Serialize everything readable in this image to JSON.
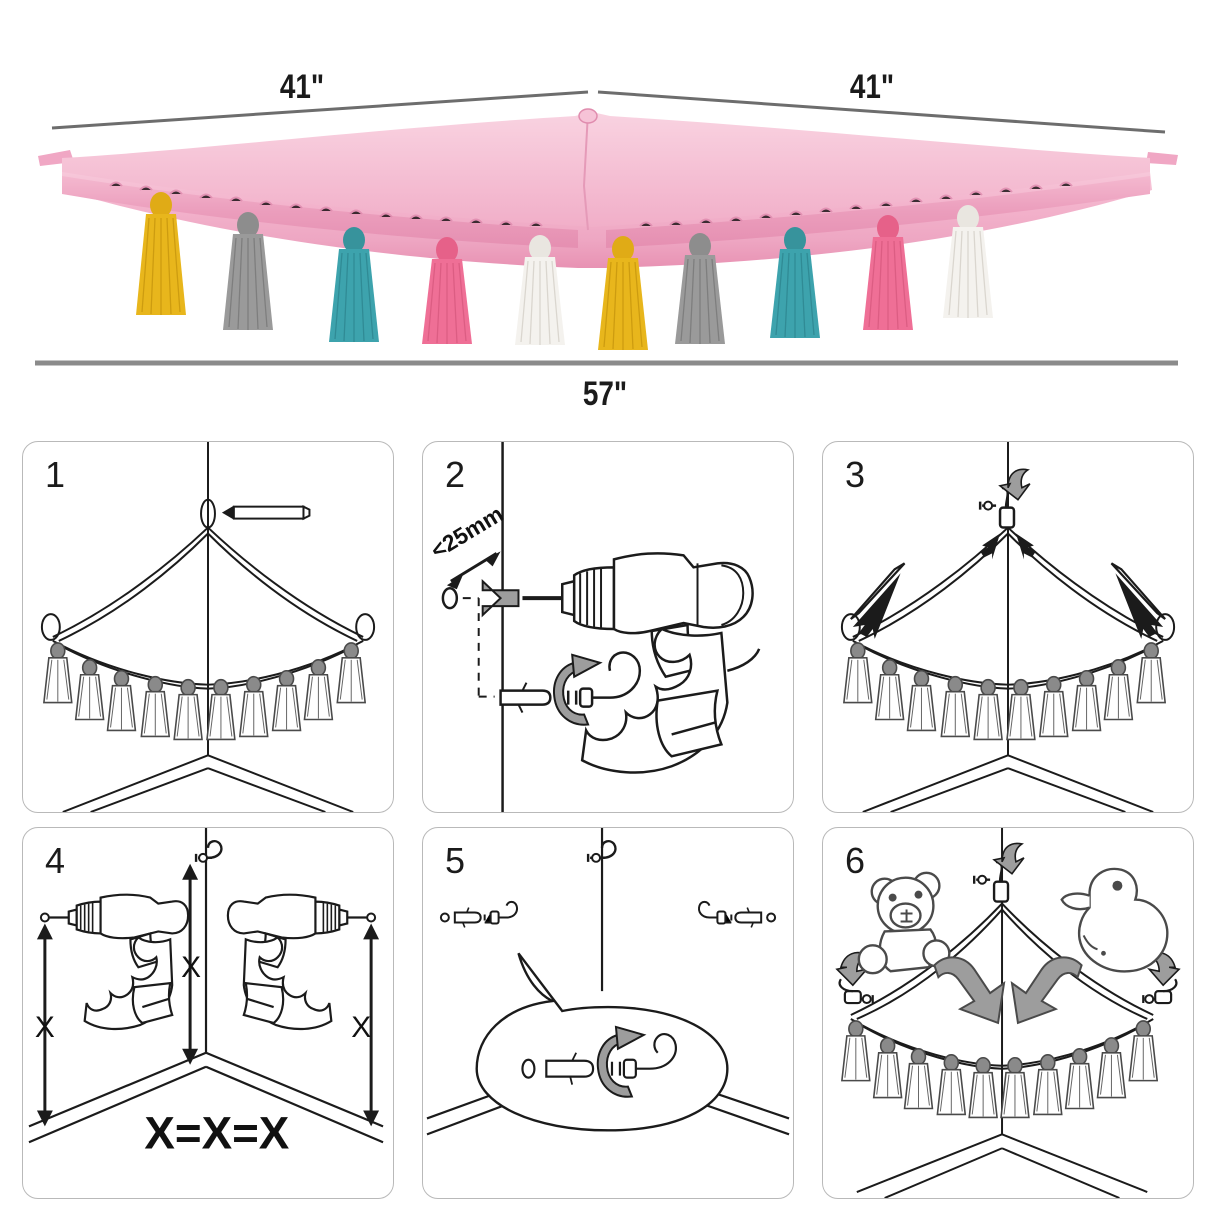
{
  "product": {
    "name": "corner-hanging-toy-hammock",
    "net_color": "#f0a9c4",
    "net_color_light": "#f6c2d6",
    "dimensions": {
      "left_edge": "41\"",
      "right_edge": "41\"",
      "bottom_span": "57\""
    },
    "tassels": [
      {
        "index": 1,
        "color": "#e8b61c",
        "name": "gold"
      },
      {
        "index": 2,
        "color": "#9a9a9a",
        "name": "gray"
      },
      {
        "index": 3,
        "color": "#3da3ad",
        "name": "teal"
      },
      {
        "index": 4,
        "color": "#ef6f96",
        "name": "pink"
      },
      {
        "index": 5,
        "color": "#f4f2ee",
        "name": "white"
      },
      {
        "index": 6,
        "color": "#e8b61c",
        "name": "gold"
      },
      {
        "index": 7,
        "color": "#9a9a9a",
        "name": "gray"
      },
      {
        "index": 8,
        "color": "#3da3ad",
        "name": "teal"
      },
      {
        "index": 9,
        "color": "#ef6f96",
        "name": "pink"
      },
      {
        "index": 10,
        "color": "#f4f2ee",
        "name": "white"
      }
    ]
  },
  "steps": [
    {
      "number": "1",
      "name": "mark-drill-points",
      "icons": [
        "pencil-icon",
        "corner-wall-icon",
        "hammock-net-icon",
        "tassel-icon"
      ],
      "labels": []
    },
    {
      "number": "2",
      "name": "drill-and-install-hook",
      "icons": [
        "power-drill-icon",
        "hand-icon",
        "wall-anchor-icon",
        "screw-hook-icon",
        "rotate-arrow-icon",
        "grey-arrow-icon"
      ],
      "labels": [
        {
          "key": "depth",
          "text": "<25mm"
        }
      ]
    },
    {
      "number": "3",
      "name": "insert-rods-and-hang",
      "icons": [
        "hammock-net-icon",
        "support-rod-icon",
        "screw-hook-icon",
        "curved-arrow-icon"
      ],
      "labels": []
    },
    {
      "number": "4",
      "name": "measure-equal-heights",
      "icons": [
        "power-drill-icon",
        "hand-icon",
        "screw-hook-icon",
        "measure-arrow-icon"
      ],
      "labels": [
        {
          "key": "left_height",
          "text": "X"
        },
        {
          "key": "center_height",
          "text": "X"
        },
        {
          "key": "right_height",
          "text": "X"
        },
        {
          "key": "equality",
          "text": "X=X=X"
        }
      ]
    },
    {
      "number": "5",
      "name": "install-side-hooks",
      "icons": [
        "magnifier-callout-icon",
        "wall-anchor-icon",
        "screw-hook-icon",
        "rotate-arrow-icon",
        "drill-hole-icon"
      ],
      "labels": []
    },
    {
      "number": "6",
      "name": "hang-net-and-add-toys",
      "icons": [
        "teddy-bear-icon",
        "rubber-duck-icon",
        "screw-hook-icon",
        "curved-arrow-icon",
        "grey-arrow-icon",
        "hammock-net-icon",
        "tassel-icon"
      ],
      "labels": []
    }
  ],
  "colors": {
    "line": "#1b1b1b",
    "panel_border": "#b9b9b9",
    "grey_fill": "#9d9d9d",
    "dimension_line": "#6d6d6d",
    "tassel_outline": "#4a4a4a"
  }
}
